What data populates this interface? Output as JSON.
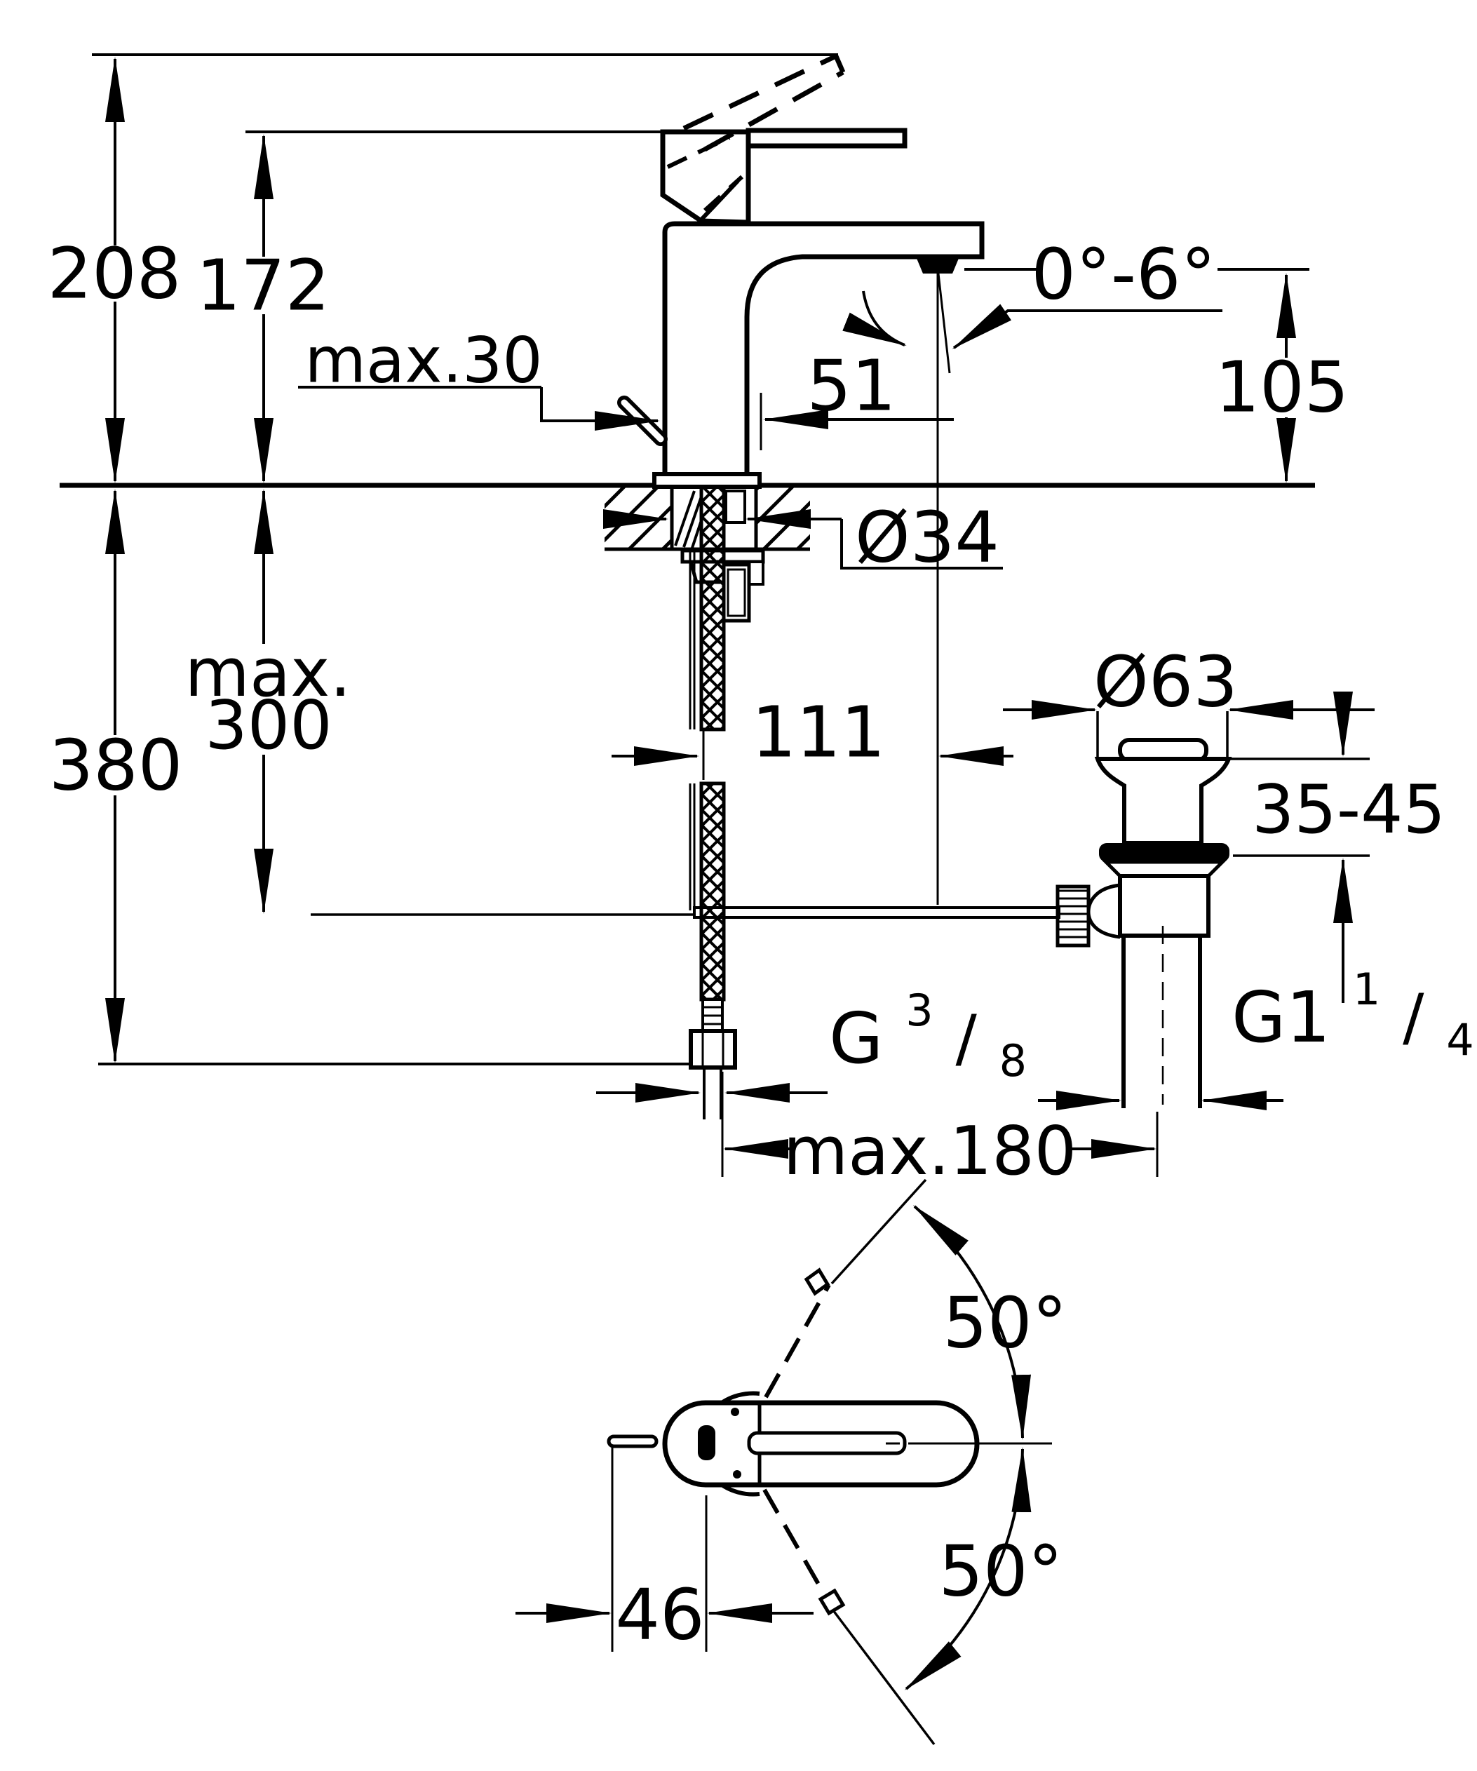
{
  "drawing": {
    "title": "single-lever basin mixer installation dimension drawing",
    "type": "technical-dimension-diagram",
    "views": [
      "side-elevation-with-section",
      "plan-view-handle-swivel"
    ],
    "colors": {
      "line": "#000000",
      "background": "#ffffff"
    },
    "dimensions": {
      "overall_height": "208",
      "lever_height": "172",
      "max_deck_thickness": "max.30",
      "spout_projection": "51",
      "stream_angle": "0°-6°",
      "outlet_height": "105",
      "tap_hole_diameter": "Ø34",
      "supply_max_prefix": "max.",
      "supply_max_value": "300",
      "overall_below_deck": "380",
      "hose_offset": "111",
      "waste_plug_diameter": "Ø63",
      "basin_thickness_range": "35-45",
      "supply_thread": {
        "prefix": "G",
        "numerator": "3",
        "slash": "/",
        "denominator": "8"
      },
      "waste_thread": {
        "prefix": "G1",
        "numerator": "1",
        "slash": "/",
        "denominator": "4"
      },
      "max_rod_distance": "max.180",
      "swivel_upper": "50°",
      "swivel_lower": "50°",
      "rod_to_body": "46"
    }
  }
}
